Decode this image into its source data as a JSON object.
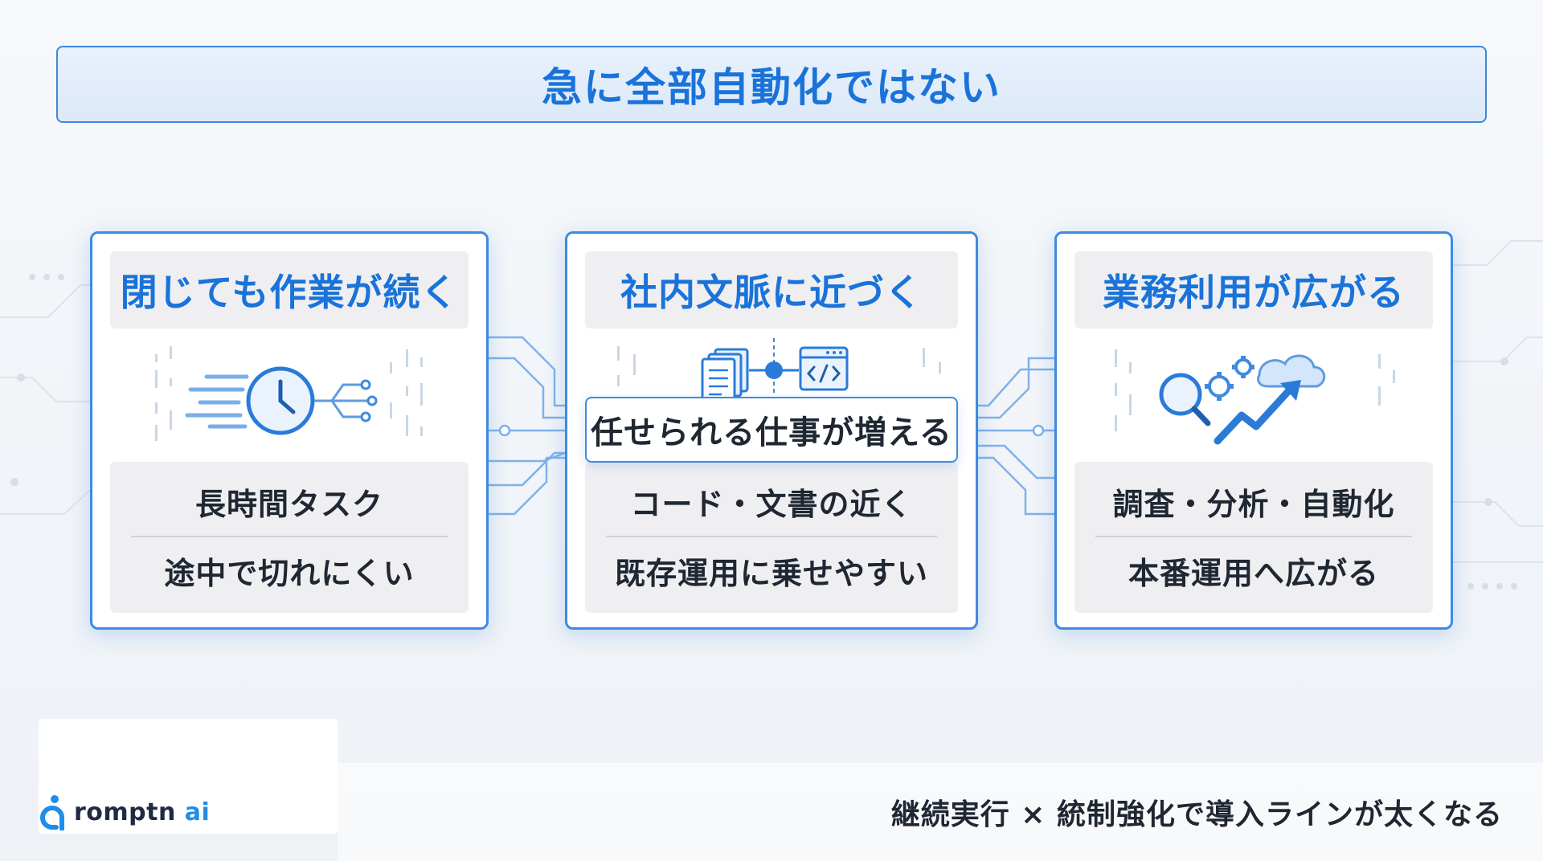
{
  "title": "急に全部自動化ではない",
  "cards": [
    {
      "heading": "閉じても作業が続く",
      "line1": "長時間タスク",
      "line2": "途中で切れにくい",
      "icon": "clock-icon"
    },
    {
      "heading": "社内文脈に近づく",
      "line1": "コード・文書の近く",
      "line2": "既存運用に乗せやすい",
      "icon": "documents-code-icon"
    },
    {
      "heading": "業務利用が広がる",
      "line1": "調査・分析・自動化",
      "line2": "本番運用へ広がる",
      "icon": "search-growth-icon"
    }
  ],
  "center_badge": "任せられる仕事が増える",
  "footer": "継続実行 × 統制強化で導入ラインが太くなる",
  "logo": {
    "name": "romptn",
    "suffix": "ai"
  },
  "colors": {
    "accent": "#1a73d9",
    "border": "#3f8ae0",
    "panel": "#efeff2"
  }
}
